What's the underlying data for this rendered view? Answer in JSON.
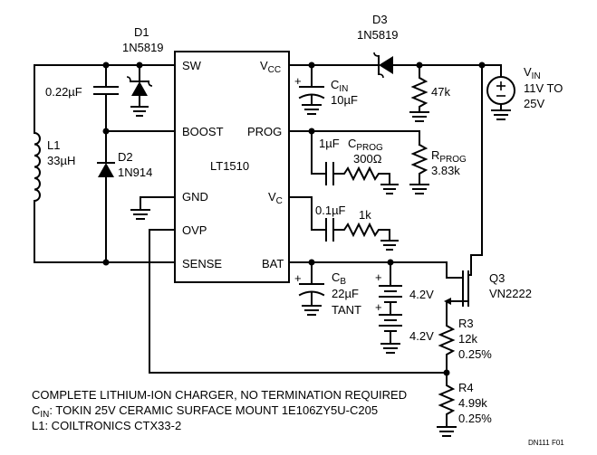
{
  "ic": {
    "name": "LT1510",
    "pins": {
      "sw": "SW",
      "boost": "BOOST",
      "gnd": "GND",
      "ovp": "OVP",
      "sense": "SENSE",
      "vcc": "V",
      "vcc_sub": "CC",
      "prog": "PROG",
      "vc": "V",
      "vc_sub": "C",
      "bat": "BAT"
    }
  },
  "parts": {
    "d1": {
      "ref": "D1",
      "value": "1N5819"
    },
    "d2": {
      "ref": "D2",
      "value": "1N914"
    },
    "d3": {
      "ref": "D3",
      "value": "1N5819"
    },
    "c_boost": {
      "value": "0.22µF"
    },
    "l1": {
      "ref": "L1",
      "value": "33µH"
    },
    "cin": {
      "ref": "C",
      "ref_sub": "IN",
      "value": "10µF"
    },
    "r47k": {
      "value": "47k"
    },
    "vin": {
      "ref": "V",
      "ref_sub": "IN",
      "value1": "11V TO",
      "value2": "25V"
    },
    "cprog": {
      "cap": "1µF",
      "ref": "C",
      "ref_sub": "PROG",
      "res": "300Ω"
    },
    "rprog": {
      "ref": "R",
      "ref_sub": "PROG",
      "value": "3.83k"
    },
    "cvc": {
      "cap": "0.1µF",
      "res": "1k"
    },
    "cb": {
      "ref": "C",
      "ref_sub": "B",
      "value": "22µF",
      "type": "TANT"
    },
    "batt1": {
      "value": "4.2V"
    },
    "batt2": {
      "value": "4.2V"
    },
    "q3": {
      "ref": "Q3",
      "value": "VN2222"
    },
    "r3": {
      "ref": "R3",
      "value": "12k",
      "tol": "0.25%"
    },
    "r4": {
      "ref": "R4",
      "value": "4.99k",
      "tol": "0.25%"
    }
  },
  "notes": {
    "line1": "COMPLETE LITHIUM-ION CHARGER, NO TERMINATION REQUIRED",
    "line2_prefix": "C",
    "line2_sub": "IN",
    "line2_rest": ": TOKIN 25V CERAMIC SURFACE MOUNT 1E106ZY5U-C205",
    "line3": "L1: COILTRONICS CTX33-2"
  },
  "figure_id": "DN111 F01"
}
